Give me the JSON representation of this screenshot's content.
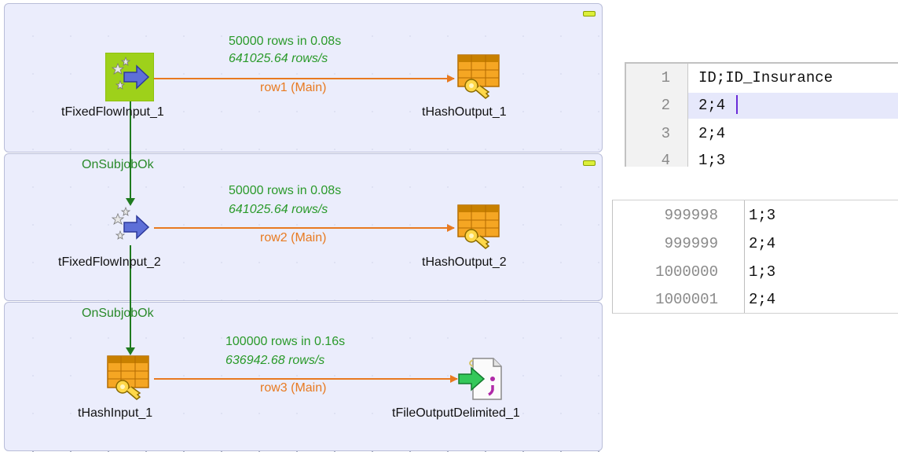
{
  "subjobs": [
    {
      "stats": {
        "rows": "50000 rows in 0.08s",
        "rate": "641025.64 rows/s"
      },
      "connection": "row1 (Main)",
      "source": {
        "name": "tFixedFlowInput_1",
        "icon": "fixed-flow-input-icon",
        "active": true
      },
      "target": {
        "name": "tHashOutput_1",
        "icon": "hash-output-icon"
      }
    },
    {
      "trigger": "OnSubjobOk",
      "stats": {
        "rows": "50000 rows in 0.08s",
        "rate": "641025.64 rows/s"
      },
      "connection": "row2 (Main)",
      "source": {
        "name": "tFixedFlowInput_2",
        "icon": "fixed-flow-input-icon",
        "active": false
      },
      "target": {
        "name": "tHashOutput_2",
        "icon": "hash-output-icon"
      }
    },
    {
      "trigger": "OnSubjobOk",
      "stats": {
        "rows": "100000 rows in 0.16s",
        "rate": "636942.68 rows/s"
      },
      "connection": "row3 (Main)",
      "source": {
        "name": "tHashInput_1",
        "icon": "hash-input-icon"
      },
      "target": {
        "name": "tFileOutputDelimited_1",
        "icon": "file-output-delimited-icon"
      }
    }
  ],
  "file_head": {
    "lines": [
      {
        "n": "1",
        "text": "ID;ID_Insurance"
      },
      {
        "n": "2",
        "text": "2;4"
      },
      {
        "n": "3",
        "text": "2;4"
      },
      {
        "n": "4",
        "text": "1;3"
      }
    ],
    "highlighted_line": "2"
  },
  "file_tail": {
    "lines": [
      {
        "n": "999998",
        "text": "1;3"
      },
      {
        "n": "999999",
        "text": "2;4"
      },
      {
        "n": "1000000",
        "text": "1;3"
      },
      {
        "n": "1000001",
        "text": "2;4"
      }
    ]
  },
  "colors": {
    "main_link": "#e87a20",
    "trigger_link": "#1f7a1f",
    "stats": "#2a9a2a"
  }
}
